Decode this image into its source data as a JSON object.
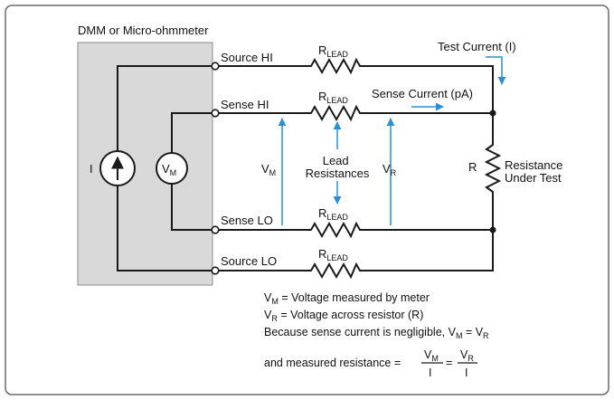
{
  "meter_title": "DMM or Micro-ohmmeter",
  "terminals": {
    "source_hi": "Source HI",
    "sense_hi": "Sense HI",
    "sense_lo": "Sense LO",
    "source_lo": "Source LO"
  },
  "lead_resistor": {
    "main": "R",
    "sub": "LEAD"
  },
  "current_source_label": "I",
  "voltmeter": {
    "main": "V",
    "sub": "M"
  },
  "test_current_label": "Test Current (I)",
  "sense_current_label": "Sense Current (pA)",
  "lead_resistances_label": [
    "Lead",
    "Resistances"
  ],
  "vm_label": {
    "main": "V",
    "sub": "M"
  },
  "vr_label": {
    "main": "V",
    "sub": "R"
  },
  "resistor_label": "R",
  "resistance_under_test_label": [
    "Resistance",
    "Under Test"
  ],
  "legend": {
    "vm_def": " = Voltage measured by meter",
    "vr_def": " = Voltage across resistor (R)",
    "negligible": "Because sense current is negligible, V",
    "eq_sign": " = ",
    "measured_resistance": "and measured resistance = ",
    "frac_den": "I"
  },
  "colors": {
    "wire": "#1a1a1a",
    "arrow": "#2a8fd6",
    "meter_box": "#d9d9d9",
    "frame": "#6a6a6a"
  }
}
